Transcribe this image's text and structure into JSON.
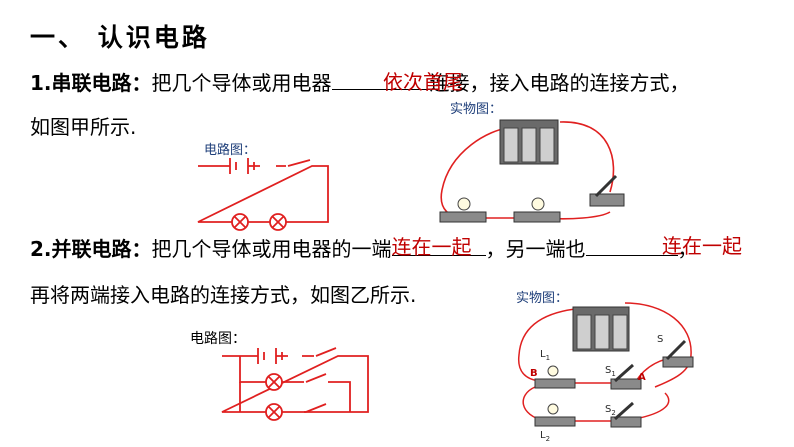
{
  "section_title": "一、 认识电路",
  "series": {
    "label": "1.串联电路：",
    "text_before": "把几个导体或用电器",
    "answer": "依次首尾",
    "text_after": "连接，接入电路的连接方式，",
    "line2": "如图甲所示.",
    "circuit_caption": "电路图：",
    "photo_caption": "实物图："
  },
  "parallel": {
    "label": "2.并联电路：",
    "text_before": "把几个导体或用电器的一端",
    "answer1": "连在一起",
    "text_middle": "，另一端也",
    "answer2": "连在一起",
    "text_end": "，",
    "line2": "再将两端接入电路的连接方式，如图乙所示.",
    "circuit_caption": "电路图：",
    "photo_caption": "实物图：",
    "labels": {
      "s": "S",
      "l1": "L",
      "l1_sub": "1",
      "l2": "L",
      "l2_sub": "2",
      "s1": "S",
      "s1_sub": "1",
      "s2": "S",
      "s2_sub": "2",
      "a": "A",
      "b": "B"
    }
  },
  "colors": {
    "wire": "#e02020",
    "answer": "#c00000",
    "caption": "#1f3f7a"
  }
}
